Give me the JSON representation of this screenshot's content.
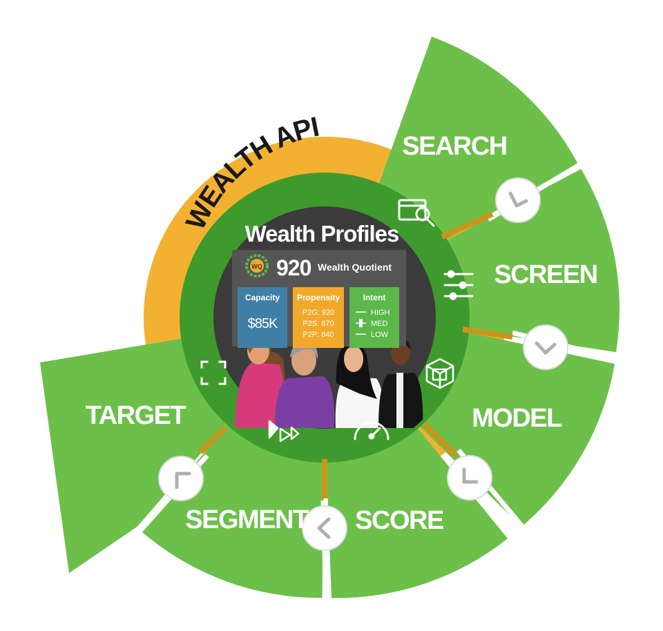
{
  "api_label": "WEALTH API",
  "center": {
    "title": "Wealth Profiles",
    "badge_text": "WQ",
    "score": "920",
    "score_label": "Wealth Quotient",
    "cards": {
      "capacity": {
        "title": "Capacity",
        "value": "$85K"
      },
      "propensity": {
        "title": "Propensity",
        "lines": [
          "P2G: 920",
          "P2S: 670",
          "P2P: 840"
        ]
      },
      "intent": {
        "title": "Intent",
        "levels": [
          "HIGH",
          "MED",
          "LOW"
        ]
      }
    }
  },
  "segments": [
    {
      "label": "SEARCH",
      "icon": "browser-search-icon"
    },
    {
      "label": "SCREEN",
      "icon": "sliders-icon"
    },
    {
      "label": "MODEL",
      "icon": "cube-icon"
    },
    {
      "label": "SCORE",
      "icon": "gauge-icon"
    },
    {
      "label": "SEGMENT",
      "icon": "pie-segments-icon"
    },
    {
      "label": "TARGET",
      "icon": "target-frame-icon"
    }
  ],
  "colors": {
    "green": "#6cc04a",
    "green_dark": "#3e9a2c",
    "orange": "#f3b132",
    "hub": "#3b3b3b",
    "capacity": "#3f7fa6",
    "propensity": "#f2a92a",
    "intent": "#5cb84a"
  }
}
